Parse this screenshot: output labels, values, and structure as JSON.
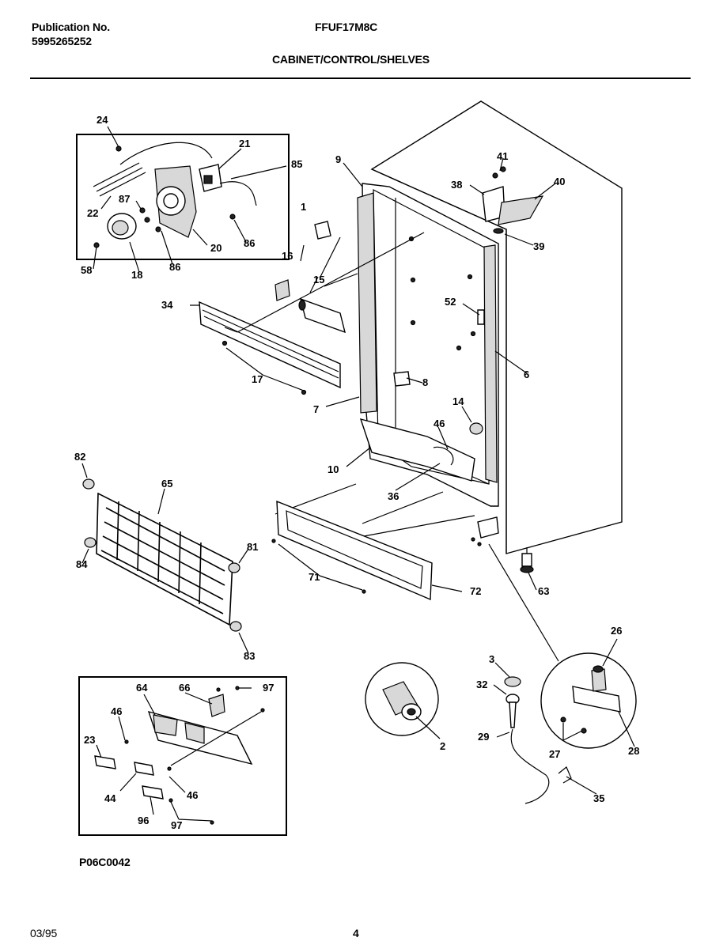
{
  "header": {
    "publication_label": "Publication No.",
    "publication_number": "5995265252",
    "model": "FFUF17M8C",
    "section_title": "CABINET/CONTROL/SHELVES"
  },
  "footer": {
    "figure_code": "P06C0042",
    "date": "03/95",
    "page_number": "4"
  },
  "callouts": [
    {
      "key": "c24",
      "text": "24"
    },
    {
      "key": "c21",
      "text": "21"
    },
    {
      "key": "c85",
      "text": "85"
    },
    {
      "key": "c87",
      "text": "87"
    },
    {
      "key": "c22",
      "text": "22"
    },
    {
      "key": "c20",
      "text": "20"
    },
    {
      "key": "c86a",
      "text": "86"
    },
    {
      "key": "c58",
      "text": "58"
    },
    {
      "key": "c18",
      "text": "18"
    },
    {
      "key": "c86b",
      "text": "86"
    },
    {
      "key": "c9",
      "text": "9"
    },
    {
      "key": "c41",
      "text": "41"
    },
    {
      "key": "c38",
      "text": "38"
    },
    {
      "key": "c40",
      "text": "40"
    },
    {
      "key": "c39",
      "text": "39"
    },
    {
      "key": "c1",
      "text": "1"
    },
    {
      "key": "c16",
      "text": "16"
    },
    {
      "key": "c15",
      "text": "15"
    },
    {
      "key": "c34",
      "text": "34"
    },
    {
      "key": "c52",
      "text": "52"
    },
    {
      "key": "c17",
      "text": "17"
    },
    {
      "key": "c8",
      "text": "8"
    },
    {
      "key": "c6",
      "text": "6"
    },
    {
      "key": "c7",
      "text": "7"
    },
    {
      "key": "c14",
      "text": "14"
    },
    {
      "key": "c46a",
      "text": "46"
    },
    {
      "key": "c10",
      "text": "10"
    },
    {
      "key": "c36",
      "text": "36"
    },
    {
      "key": "c82",
      "text": "82"
    },
    {
      "key": "c65",
      "text": "65"
    },
    {
      "key": "c81",
      "text": "81"
    },
    {
      "key": "c84",
      "text": "84"
    },
    {
      "key": "c71",
      "text": "71"
    },
    {
      "key": "c72",
      "text": "72"
    },
    {
      "key": "c63",
      "text": "63"
    },
    {
      "key": "c83",
      "text": "83"
    },
    {
      "key": "c26",
      "text": "26"
    },
    {
      "key": "c3",
      "text": "3"
    },
    {
      "key": "c32",
      "text": "32"
    },
    {
      "key": "c64",
      "text": "64"
    },
    {
      "key": "c66",
      "text": "66"
    },
    {
      "key": "c97a",
      "text": "97"
    },
    {
      "key": "c46b",
      "text": "46"
    },
    {
      "key": "c23",
      "text": "23"
    },
    {
      "key": "c2",
      "text": "2"
    },
    {
      "key": "c29",
      "text": "29"
    },
    {
      "key": "c27",
      "text": "27"
    },
    {
      "key": "c28",
      "text": "28"
    },
    {
      "key": "c44",
      "text": "44"
    },
    {
      "key": "c46c",
      "text": "46"
    },
    {
      "key": "c96",
      "text": "96"
    },
    {
      "key": "c97b",
      "text": "97"
    },
    {
      "key": "c35",
      "text": "35"
    }
  ]
}
